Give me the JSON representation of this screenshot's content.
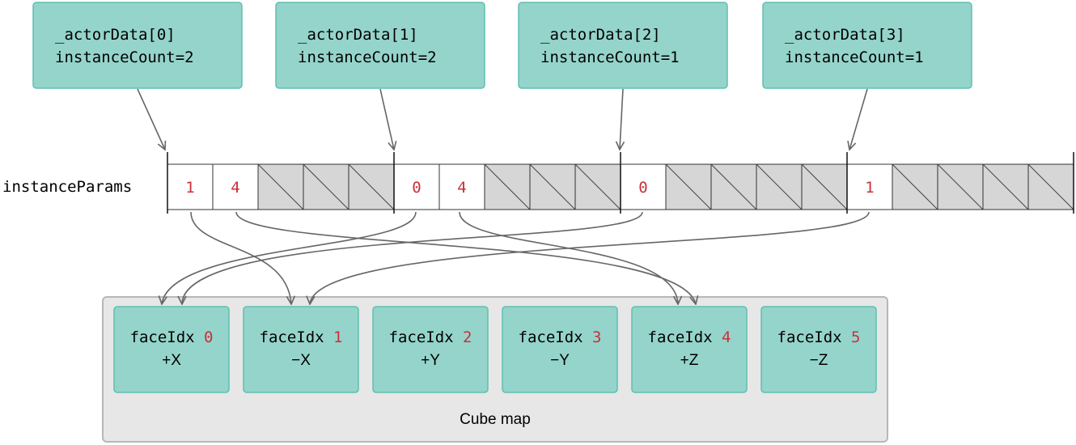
{
  "actors": [
    {
      "name": "_actorData[0]",
      "count": "instanceCount=2"
    },
    {
      "name": "_actorData[1]",
      "count": "instanceCount=2"
    },
    {
      "name": "_actorData[2]",
      "count": "instanceCount=1"
    },
    {
      "name": "_actorData[3]",
      "count": "instanceCount=1"
    }
  ],
  "instance_params": {
    "label": "instanceParams",
    "cells": [
      "1",
      "4",
      "",
      "",
      "",
      "0",
      "4",
      "",
      "",
      "",
      "0",
      "",
      "",
      "",
      "",
      "1",
      "",
      "",
      "",
      ""
    ]
  },
  "faces": [
    {
      "prefix": "faceIdx ",
      "index": "0",
      "axis": "+X"
    },
    {
      "prefix": "faceIdx ",
      "index": "1",
      "axis": "−X"
    },
    {
      "prefix": "faceIdx ",
      "index": "2",
      "axis": "+Y"
    },
    {
      "prefix": "faceIdx ",
      "index": "3",
      "axis": "−Y"
    },
    {
      "prefix": "faceIdx ",
      "index": "4",
      "axis": "+Z"
    },
    {
      "prefix": "faceIdx ",
      "index": "5",
      "axis": "−Z"
    }
  ],
  "cube_map_label": "Cube map",
  "colors": {
    "box_fill": "#95d4cb",
    "box_stroke": "#5fbfb1",
    "index_red": "#c8313a",
    "empty_cell": "#d6d6d6",
    "panel": "#e6e7e6"
  }
}
